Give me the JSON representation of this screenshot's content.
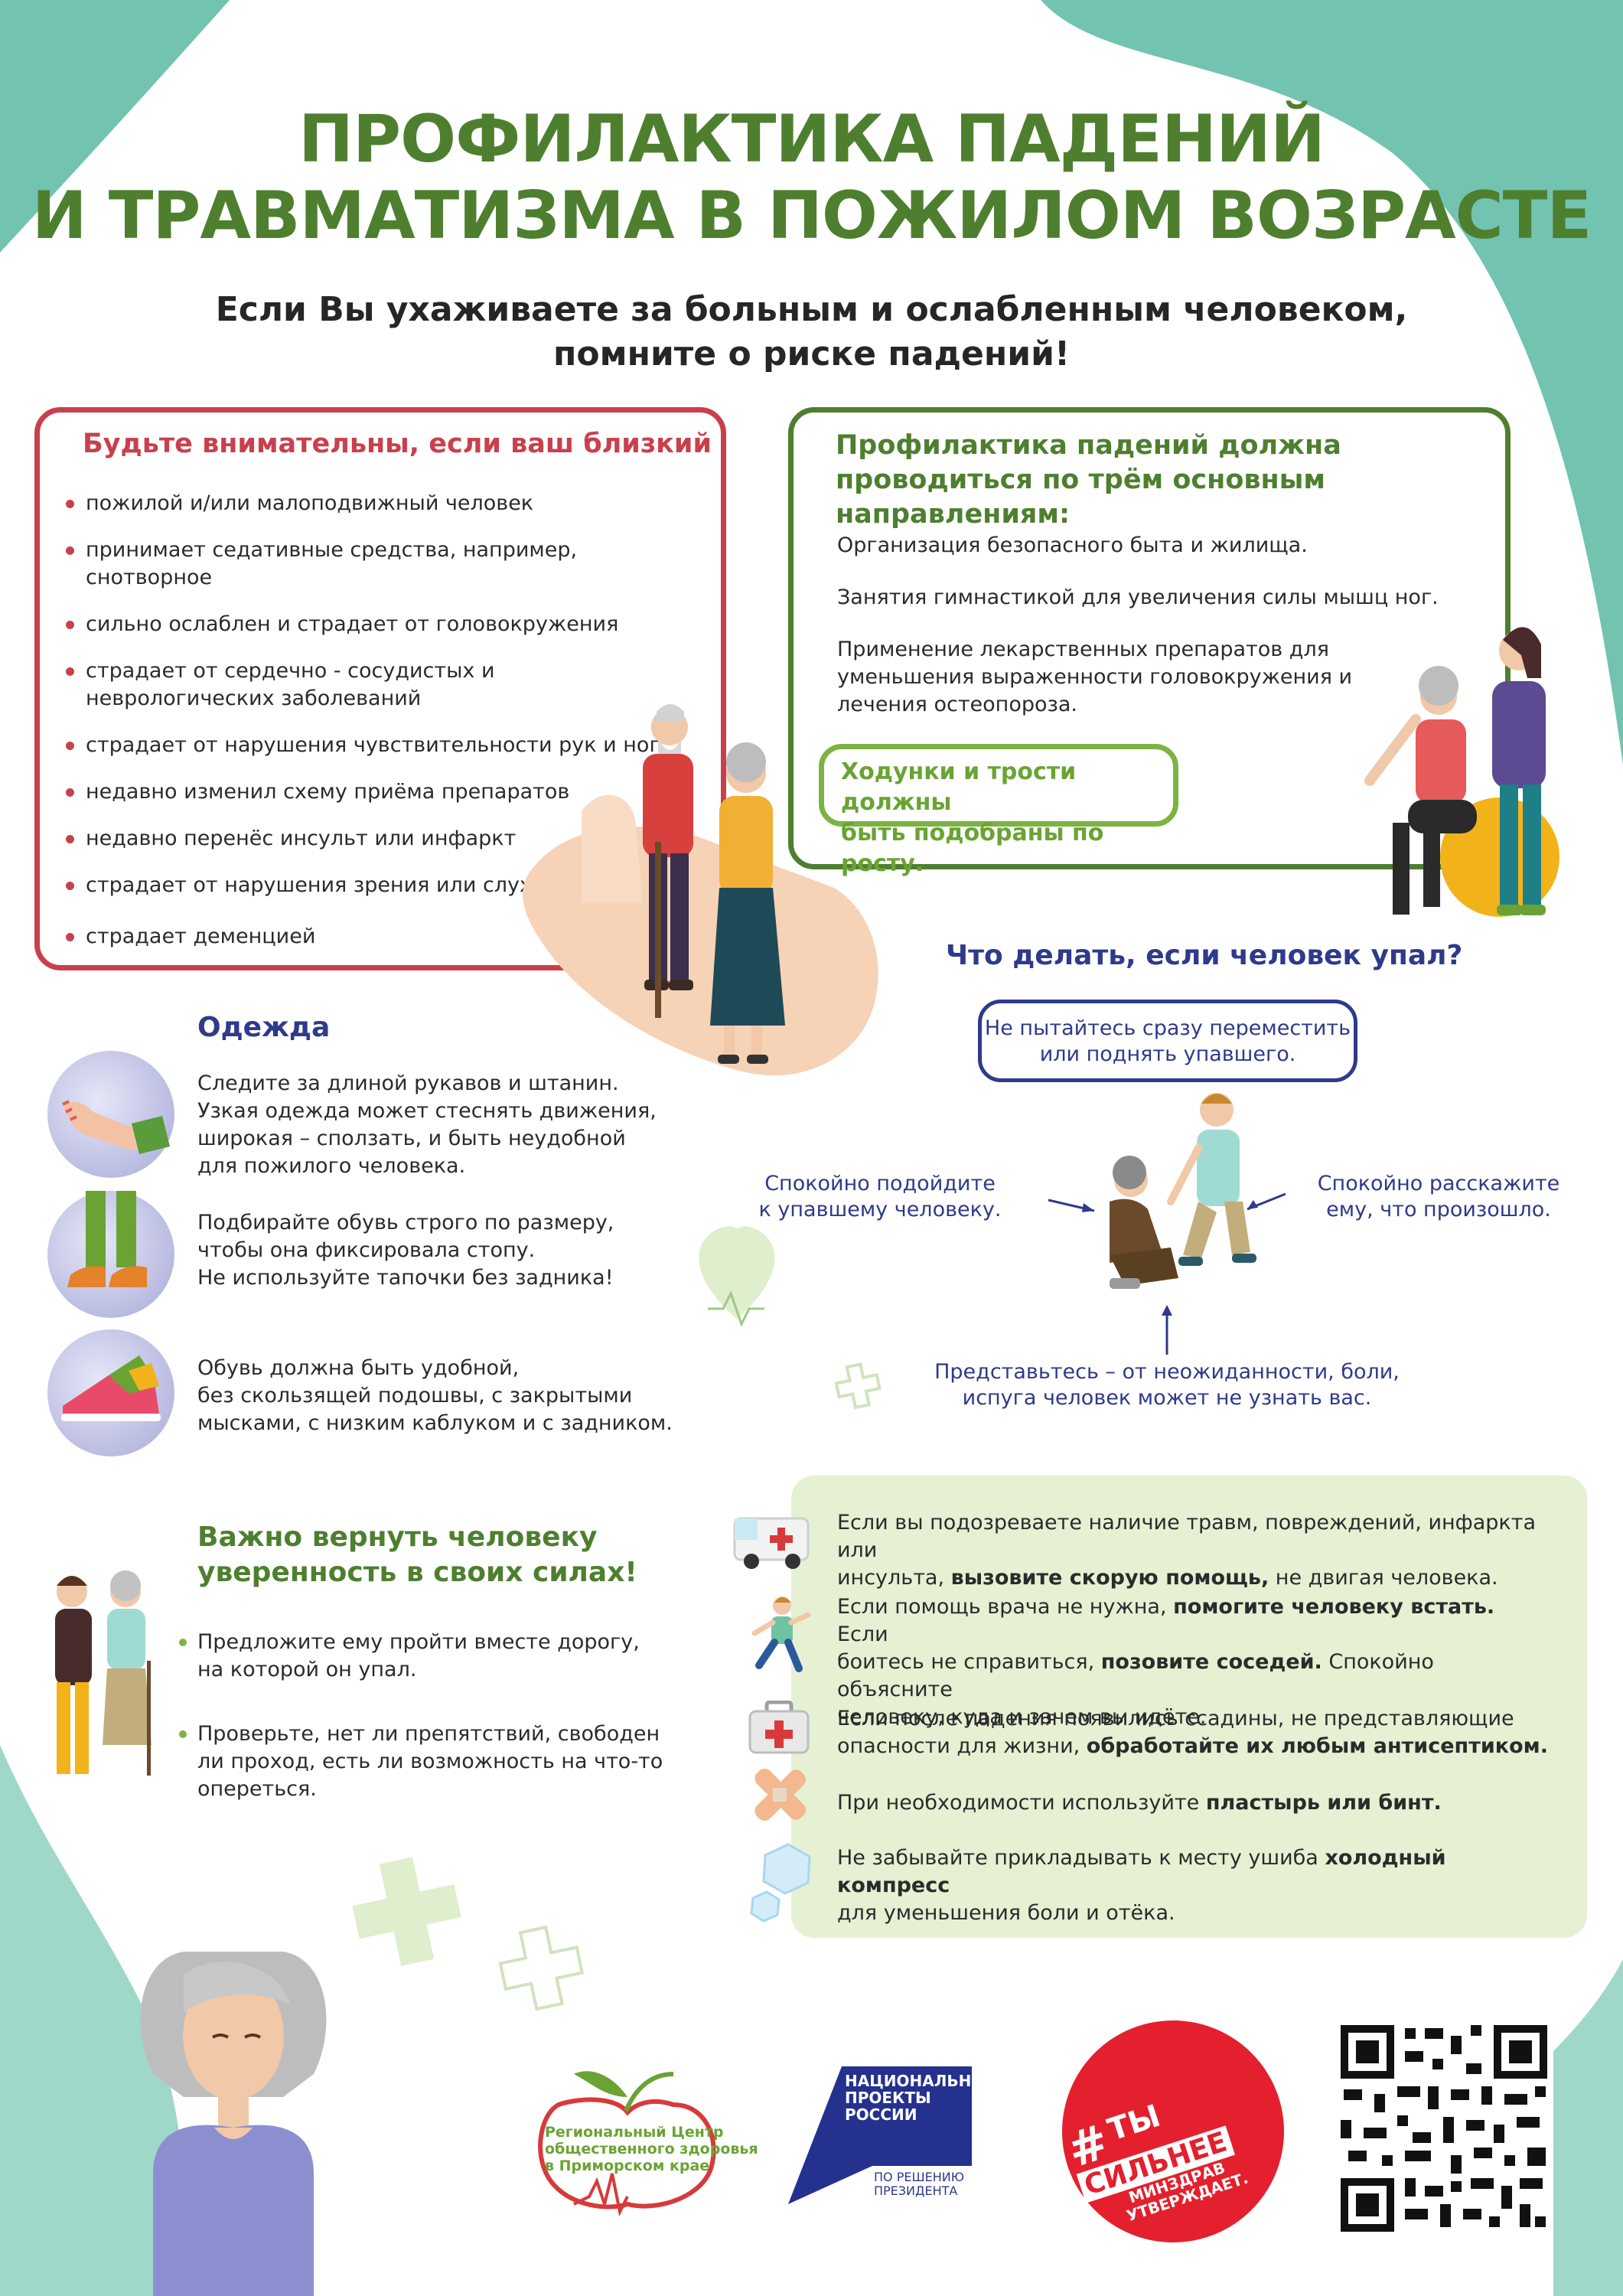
{
  "title": {
    "line1": "ПРОФИЛАКТИКА ПАДЕНИЙ",
    "line2": "И ТРАВМАТИЗМА В ПОЖИЛОМ ВОЗРАСТЕ"
  },
  "subtitle": {
    "line1": "Если Вы ухаживаете за больным и ослабленным человеком,",
    "line2": "помните о риске падений!"
  },
  "risk_box": {
    "title": "Будьте внимательны, если ваш близкий",
    "items": [
      "пожилой и/или малоподвижный человек",
      "принимает седативные средства, например, снотворное",
      "сильно ослаблен и страдает от головокружения",
      "страдает от сердечно - сосудистых и неврологических заболеваний",
      "страдает от нарушения чувствительности рук и ног",
      "недавно изменил схему приёма препаратов",
      "недавно перенёс инсульт или инфаркт",
      "страдает от нарушения зрения или слуха",
      "страдает деменцией"
    ]
  },
  "prevention_box": {
    "title": "Профилактика падений должна проводиться по трём основным направлениям:",
    "directions": [
      "Организация безопасного быта и жилища.",
      "Занятия гимнастикой для увеличения силы мышц ног.",
      "Применение лекарственных препаратов для уменьшения выраженности головокружения и лечения остеопороза."
    ],
    "walkers_note": {
      "line1": "Ходунки и трости должны",
      "line2": "быть подобраны по росту."
    }
  },
  "clothing": {
    "title": "Одежда",
    "tips": [
      {
        "icon": "sleeve-icon",
        "lines": [
          "Следите за длиной рукавов и штанин.",
          "Узкая одежда может стеснять движения,",
          "широкая – сползать, и быть неудобной",
          "для пожилого человека."
        ]
      },
      {
        "icon": "shoe-size-icon",
        "lines": [
          "Подбирайте обувь строго по размеру,",
          "чтобы она фиксировала стопу.",
          "Не используйте тапочки без задника!"
        ]
      },
      {
        "icon": "sneaker-icon",
        "lines": [
          "Обувь должна быть удобной,",
          "без скользящей подошвы, с закрытыми",
          "мысками, с низким каблуком и с задником."
        ]
      }
    ]
  },
  "fall_help": {
    "title": "Что делать, если человек упал?",
    "no_move": {
      "line1": "Не пытайтесь сразу переместить",
      "line2": "или поднять упавшего."
    },
    "approach": {
      "line1": "Спокойно подойдите",
      "line2": "к упавшему человеку."
    },
    "explain": {
      "line1": "Спокойно расскажите",
      "line2": "ему, что произошло."
    },
    "introduce": {
      "line1": "Представьтесь – от неожиданности, боли,",
      "line2": "испуга человек может не узнать вас."
    }
  },
  "confidence": {
    "title_line1": "Важно вернуть человеку",
    "title_line2": "уверенность в своих силах!",
    "items": [
      {
        "lines": [
          "Предложите ему пройти вместе дорогу,",
          "на которой он упал."
        ]
      },
      {
        "lines": [
          "Проверьте, нет ли препятствий, свободен",
          "ли проход, есть ли возможность на что-то",
          "опереться."
        ]
      }
    ]
  },
  "help_steps": [
    {
      "icon": "ambulance-icon",
      "line1_pre": "Если вы подозреваете наличие травм, повреждений, инфаркта или",
      "line2_pre": "инсульта, ",
      "line2_bold": "вызовите скорую помощь,",
      "line2_post": " не двигая человека."
    },
    {
      "icon": "running-person-icon",
      "line1_pre": "Если помощь врача не нужна, ",
      "line1_bold": "помогите человеку встать.",
      "line1_post": " Если",
      "line2_pre": "боитесь не справиться, ",
      "line2_bold": "позовите соседей.",
      "line2_post": " Спокойно объясните",
      "line3": "человеку, куда и зачем вы идёте."
    },
    {
      "icon": "first-aid-kit-icon",
      "line1": "Если после падения появились ссадины, не представляющие",
      "line2_pre": "опасности для жизни, ",
      "line2_bold": "обработайте их любым антисептиком."
    },
    {
      "icon": "bandage-icon",
      "line1_pre": "При необходимости используйте ",
      "line1_bold": "пластырь или бинт."
    },
    {
      "icon": "ice-cube-icon",
      "line1_pre": "Не забывайте прикладывать к месту ушиба ",
      "line1_bold": "холодный компресс",
      "line2": "для уменьшения боли и отёка."
    }
  ],
  "footer": {
    "ncr": {
      "line1": "Региональный Центр",
      "line2": "общественного здоровья",
      "line3": "в Приморском крае"
    },
    "natproj": {
      "line1": "НАЦИОНАЛЬНЫЕ",
      "line2": "ПРОЕКТЫ",
      "line3": "РОССИИ",
      "sub1": "ПО РЕШЕНИЮ",
      "sub2": "ПРЕЗИДЕНТА"
    },
    "campaign": {
      "hash": "#",
      "line1": "ТЫ",
      "line2": "СИЛЬНЕЕ",
      "line3": "МИНЗДРАВ",
      "line4": "УТВЕРЖДАЕТ."
    }
  },
  "colors": {
    "title_green": "#4e7f2f",
    "risk_red": "#c9404c",
    "navy": "#2e3a8a",
    "teal_bg": "#72c3b0",
    "help_bg": "#e6f0d3"
  }
}
